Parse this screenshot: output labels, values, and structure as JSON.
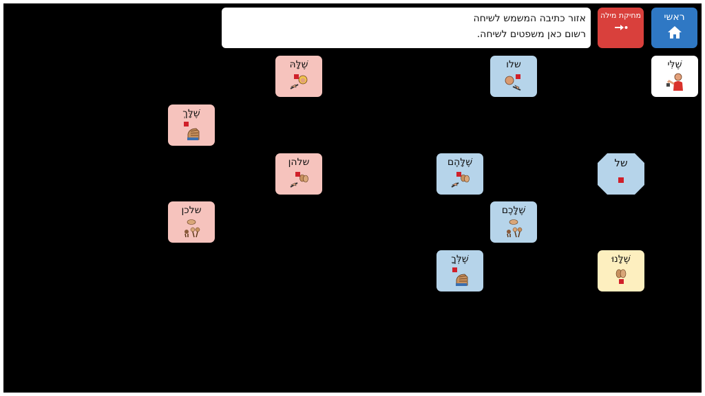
{
  "toolbar": {
    "home_label": "ראשי",
    "home_icon": "home-icon",
    "delete_word_label": "מחיקת מילה",
    "delete_word_icon": "arrow-dot-icon"
  },
  "message_area": {
    "line1": "אזור כתיבה המשמש לשיחה",
    "line2": "רשום כאן משפטים לשיחה."
  },
  "tiles": {
    "sheli": {
      "label": "שֶׁלִּי",
      "color": "white",
      "icon": "self-pointing-icon"
    },
    "shelo": {
      "label": "שלו",
      "color": "blue",
      "icon": "boy-pointing-icon"
    },
    "shela": {
      "label": "שֶׁלָּהּ",
      "color": "pink",
      "icon": "girl-pointing-icon"
    },
    "shelach": {
      "label": "שֶׁלָּךְ",
      "color": "pink",
      "icon": "hand-giving-icon"
    },
    "shel": {
      "label": "של",
      "color": "blue",
      "icon": "red-square-icon"
    },
    "shelahem": {
      "label": "שֶׁלָּהֶם",
      "color": "blue",
      "icon": "group-pointing-icon"
    },
    "shelahen": {
      "label": "שלהן",
      "color": "pink",
      "icon": "group-pointing-icon"
    },
    "shelachem": {
      "label": "שֶׁלָּכֶם",
      "color": "blue",
      "icon": "group-hands-icon"
    },
    "shelachen": {
      "label": "שלכן",
      "color": "pink",
      "icon": "group-hands-icon"
    },
    "shelanu": {
      "label": "שֶׁלָּנוּ",
      "color": "yellow",
      "icon": "us-icon"
    },
    "shelcha": {
      "label": "שֶׁלְּךָ",
      "color": "blue",
      "icon": "hand-giving-icon"
    }
  },
  "colors": {
    "background": "#000000",
    "home": "#2f78c4",
    "delete": "#d9403c",
    "pink_tile": "#f6c3bd",
    "blue_tile": "#b6d4ea",
    "yellow_tile": "#fdefbf",
    "white_tile": "#ffffff"
  }
}
